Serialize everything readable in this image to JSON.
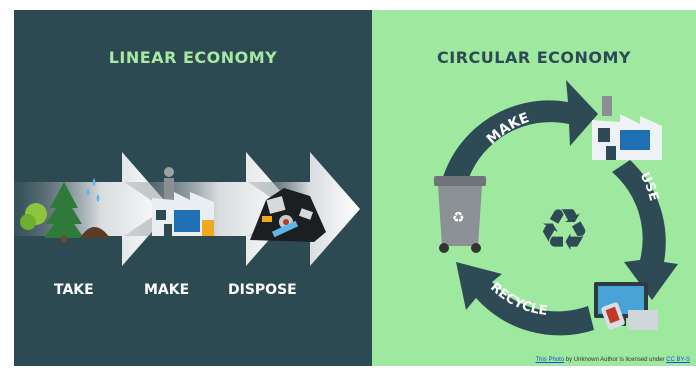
{
  "linear": {
    "title": "LINEAR ECONOMY",
    "steps": [
      "TAKE",
      "MAKE",
      "DISPOSE"
    ]
  },
  "circular": {
    "title": "CIRCULAR ECONOMY",
    "arc_labels": [
      "MAKE",
      "USE",
      "RECYCLE"
    ]
  },
  "credit": {
    "link_text": "This Photo",
    "middle_text": " by Unknown Author is licensed under ",
    "license_text": "CC BY-S"
  },
  "colors": {
    "linear_bg": "#2d4a52",
    "circular_bg": "#9fe8a0",
    "linear_title": "#a9e7a3",
    "circular_title": "#2e4a55",
    "arrow_dark": "#2e4a55"
  },
  "icons": [
    "tree-icon",
    "water-drops-icon",
    "factory-icon",
    "waste-pile-icon",
    "recycle-symbol-icon",
    "trash-bin-icon",
    "devices-icon"
  ]
}
